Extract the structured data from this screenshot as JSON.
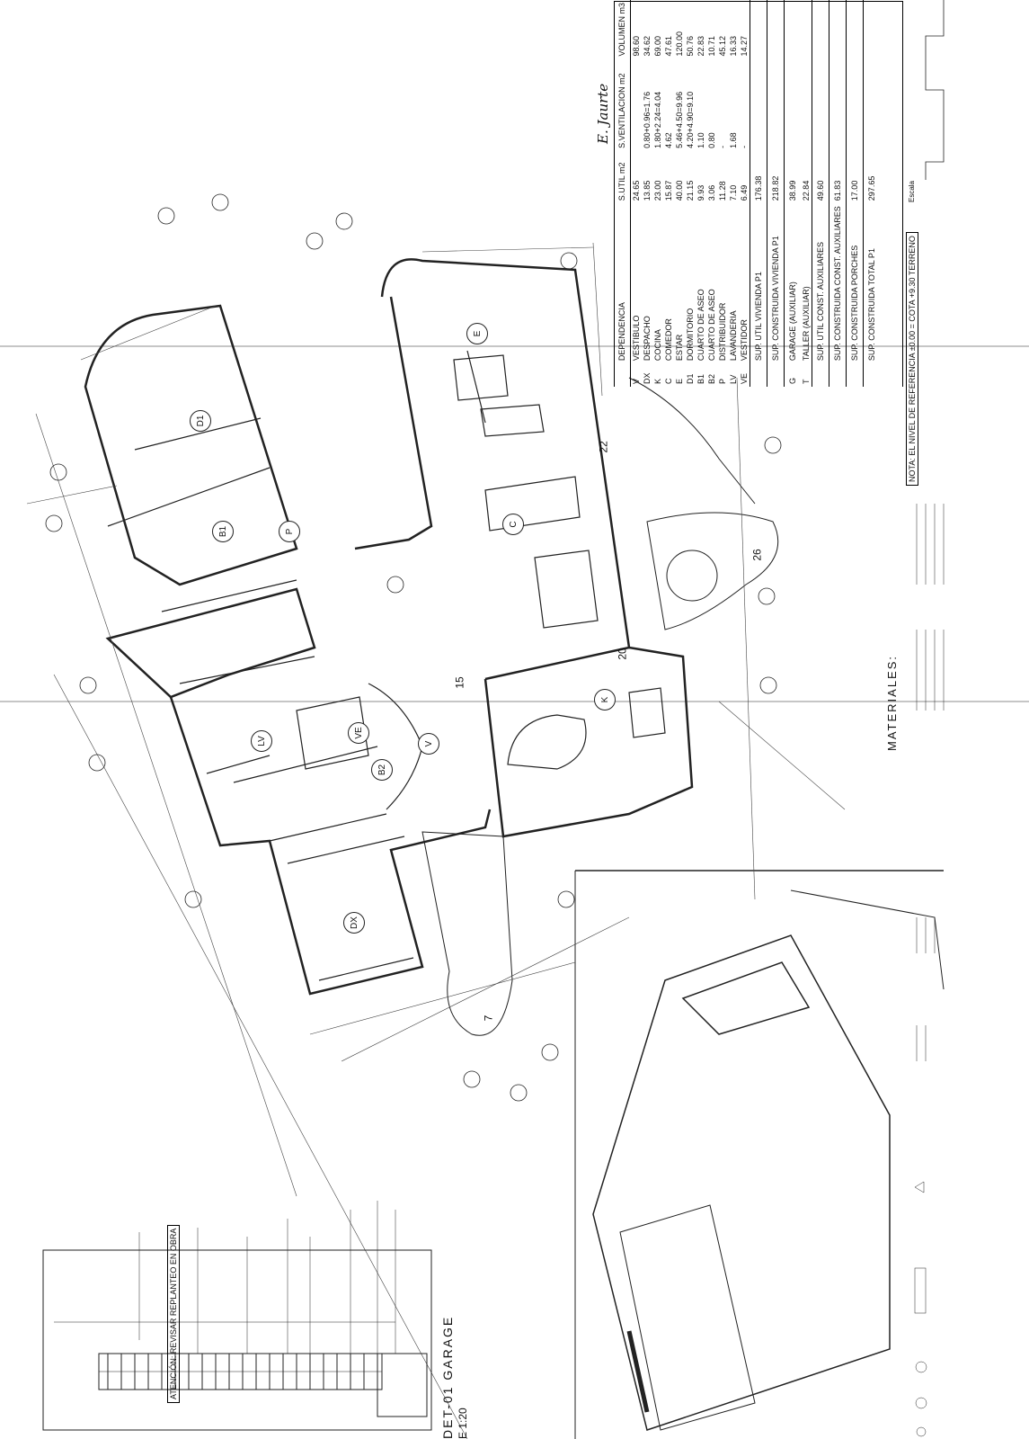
{
  "table": {
    "headers": {
      "dependencia": "DEPENDENCIA",
      "util": "S.UTIL m2",
      "vent": "S.VENTILACION m2",
      "vol": "VOLUMEN m3"
    },
    "rows": [
      {
        "code": "V",
        "name": "VESTIBULO",
        "util": "24.65",
        "vent": "",
        "vol": "98.60"
      },
      {
        "code": "DX",
        "name": "DESPACHO",
        "util": "13.85",
        "vent": "0.80+0.96=1.76",
        "vol": "34.62"
      },
      {
        "code": "K",
        "name": "COCINA",
        "util": "23.00",
        "vent": "1.80+2.24=4.04",
        "vol": "69.00"
      },
      {
        "code": "C",
        "name": "COMEDOR",
        "util": "15.87",
        "vent": "4.62",
        "vol": "47.61"
      },
      {
        "code": "E",
        "name": "ESTAR",
        "util": "40.00",
        "vent": "5.46+4.50=9.96",
        "vol": "120.00"
      },
      {
        "code": "D1",
        "name": "DORMITORIO",
        "util": "21.15",
        "vent": "4.20+4.90=9.10",
        "vol": "50.76"
      },
      {
        "code": "B1",
        "name": "CUARTO DE ASEO",
        "util": "9.93",
        "vent": "1.10",
        "vol": "22.83"
      },
      {
        "code": "B2",
        "name": "CUARTO DE ASEO",
        "util": "3.06",
        "vent": "0.80",
        "vol": "10.71"
      },
      {
        "code": "P",
        "name": "DISTRIBUIDOR",
        "util": "11.28",
        "vent": "-",
        "vol": "45.12"
      },
      {
        "code": "LV",
        "name": "LAVANDERIA",
        "util": "7.10",
        "vent": "1.68",
        "vol": "16.33"
      },
      {
        "code": "VE",
        "name": "VESTIDOR",
        "util": "6.49",
        "vent": "-",
        "vol": "14.27"
      }
    ],
    "summary": [
      {
        "code": "",
        "name": "SUP. UTIL VIVIENDA P1",
        "util": "176.38"
      },
      {
        "code": "",
        "name": "SUP. CONSTRUIDA VIVIENDA P1",
        "util": "218.82"
      },
      {
        "code": "G",
        "name": "GARAGE (AUXILIAR)",
        "util": "38.99"
      },
      {
        "code": "T",
        "name": "TALLER (AUXILIAR)",
        "util": "22.84"
      },
      {
        "code": "",
        "name": "SUP. UTIL CONST. AUXILIARES",
        "util": "49.60"
      },
      {
        "code": "",
        "name": "SUP. CONSTRUIDA CONST. AUXILIARES",
        "util": "61.83"
      },
      {
        "code": "",
        "name": "SUP. CONSTRUIDA PORCHES",
        "util": "17.00"
      },
      {
        "code": "",
        "name": "SUP. CONSTRUIDA TOTAL P1",
        "util": "297.65"
      }
    ],
    "signature": "E. Jaurte"
  },
  "notes": {
    "nivel": "NOTA: EL NIVEL DE REFERENCIA ±0.00 = COTA +9.30 TERRENO",
    "escala": "Escala",
    "atencion": "ATENCIÓN: REVISAR REPLANTEO EN OBRA",
    "materiales": "MATERIALES:",
    "detail_title": "DET-01 GARAGE",
    "detail_scale": "E 1:20"
  },
  "rooms": [
    "D1",
    "B1",
    "P",
    "E",
    "C",
    "K",
    "V",
    "VE",
    "B2",
    "LV",
    "DX"
  ],
  "markers": [
    "15",
    "22",
    "26",
    "20",
    "7"
  ]
}
